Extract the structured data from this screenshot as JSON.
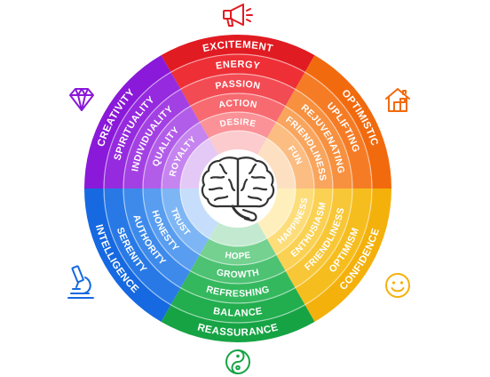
{
  "sectors": [
    {
      "id": "red",
      "rings": [
        "EXCITEMENT",
        "ENERGY",
        "PASSION",
        "ACTION",
        "DESIRE"
      ],
      "colors": [
        "#e11b22",
        "#ee2f36",
        "#f34b53",
        "#f76a70",
        "#fa9297",
        "#fccbcd"
      ]
    },
    {
      "id": "orange",
      "rings": [
        "OPTIMISTIC",
        "UPLIFTING",
        "REJUVENATING",
        "FRIENDLINESS",
        "FUN"
      ],
      "colors": [
        "#f26a0e",
        "#f57c25",
        "#f7903f",
        "#f9a55d",
        "#fbbd82",
        "#fde0c2"
      ]
    },
    {
      "id": "yellow",
      "rings": [
        "CONFIDENCE",
        "OPTIMISM",
        "FRIENDLINESS",
        "ENTHUSIASM",
        "HAPPINESS"
      ],
      "colors": [
        "#f4b10b",
        "#f6bd1e",
        "#f8c737",
        "#fad152",
        "#fcdd7a",
        "#feefbd"
      ]
    },
    {
      "id": "green",
      "rings": [
        "REASSURANCE",
        "BALANCE",
        "REFRESHING",
        "GROWTH",
        "HOPE"
      ],
      "colors": [
        "#16a344",
        "#22ad4e",
        "#34b85e",
        "#4cc272",
        "#74d190",
        "#c3ead0"
      ]
    },
    {
      "id": "blue",
      "rings": [
        "INTELLIGENCE",
        "SERENITY",
        "AUTHORITY",
        "HONESTY",
        "TRUST"
      ],
      "colors": [
        "#1669e0",
        "#2879e6",
        "#3d8aeb",
        "#589df0",
        "#7eb6f5",
        "#c6defb"
      ]
    },
    {
      "id": "purple",
      "rings": [
        "CREATIVITY",
        "SPIRITUALITY",
        "INDIVIDUALITY",
        "QUALITY",
        "ROYALTY"
      ],
      "colors": [
        "#8a19d9",
        "#952ade",
        "#a340e3",
        "#b25de9",
        "#c584ef",
        "#e4c9f7"
      ]
    }
  ],
  "icons": {
    "top": {
      "name": "megaphone-icon",
      "color": "#e11b22"
    },
    "top_right": {
      "name": "house-icon",
      "color": "#f26a0e"
    },
    "bottom_right": {
      "name": "smiley-icon",
      "color": "#f4b10b"
    },
    "bottom": {
      "name": "yin-yang-icon",
      "color": "#16a344"
    },
    "bottom_left": {
      "name": "microscope-icon",
      "color": "#1669e0"
    },
    "top_left": {
      "name": "diamond-icon",
      "color": "#8a19d9"
    },
    "center": {
      "name": "brain-icon",
      "color": "#333333"
    }
  }
}
